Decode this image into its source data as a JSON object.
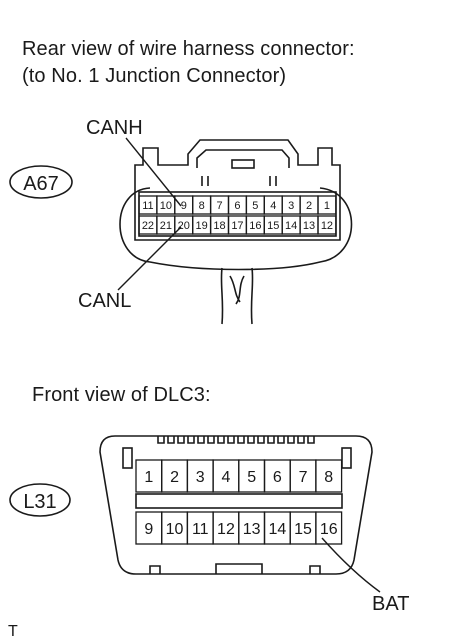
{
  "top_view": {
    "caption_line1": "Rear view of wire harness connector:",
    "caption_line2": "(to No. 1 Junction Connector)",
    "connector_id": "A67",
    "pins_row1": [
      "11",
      "10",
      "9",
      "8",
      "7",
      "6",
      "5",
      "4",
      "3",
      "2",
      "1"
    ],
    "pins_row2": [
      "22",
      "21",
      "20",
      "19",
      "18",
      "17",
      "16",
      "15",
      "14",
      "13",
      "12"
    ],
    "label_high": "CANH",
    "label_low": "CANL"
  },
  "bottom_view": {
    "caption": "Front view of DLC3:",
    "connector_id": "L31",
    "pins_row1": [
      "1",
      "2",
      "3",
      "4",
      "5",
      "6",
      "7",
      "8"
    ],
    "pins_row2": [
      "9",
      "10",
      "11",
      "12",
      "13",
      "14",
      "15",
      "16"
    ],
    "label_bat": "BAT"
  },
  "footer_mark": "T",
  "colors": {
    "line": "#1a1a1a",
    "background": "#ffffff"
  }
}
